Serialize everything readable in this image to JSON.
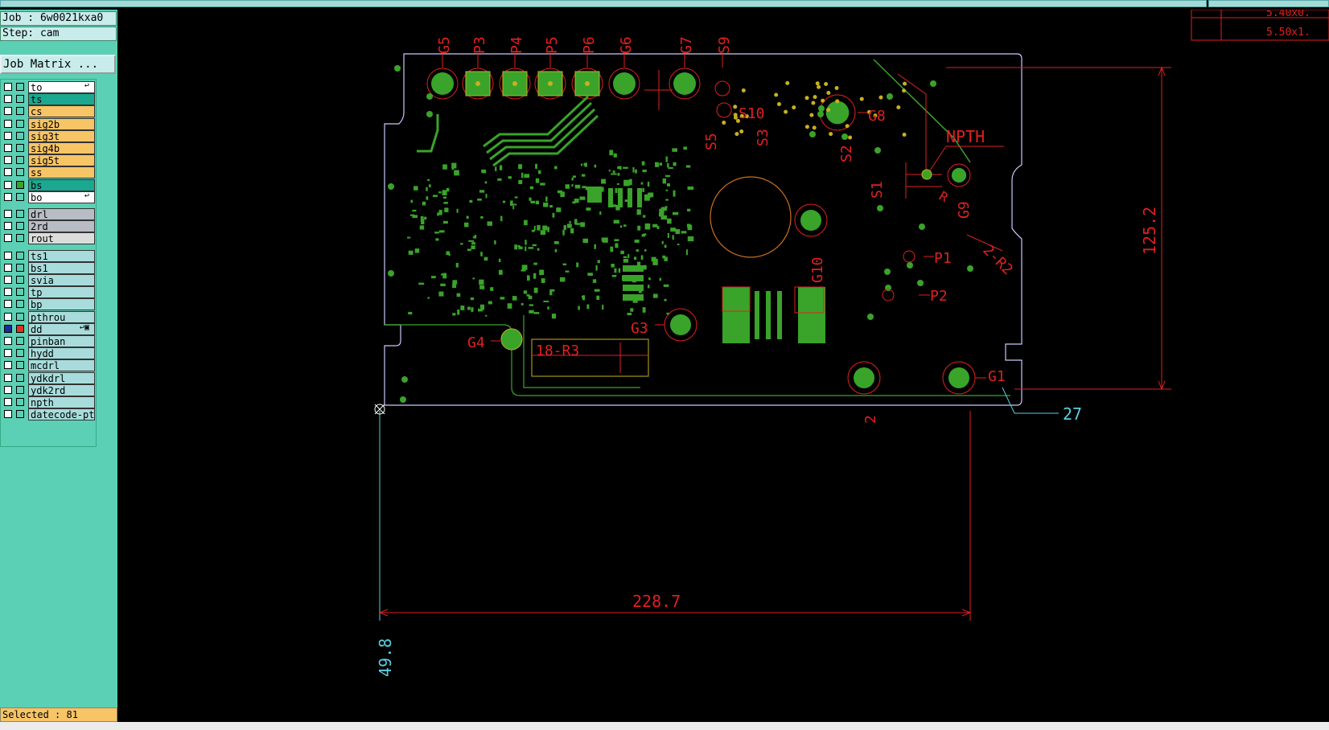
{
  "job": {
    "label": "Job : 6w0021kxa0",
    "step": "Step: cam"
  },
  "matrix_button": "Job Matrix ...",
  "layers": [
    {
      "name": "to",
      "color": "#ffffff",
      "mark": "↩"
    },
    {
      "name": "ts",
      "color": "#1aa890",
      "mark": ""
    },
    {
      "name": "cs",
      "color": "#f7c466",
      "mark": ""
    },
    {
      "name": "sig2b",
      "color": "#f7c466",
      "mark": ""
    },
    {
      "name": "sig3t",
      "color": "#f7c466",
      "mark": ""
    },
    {
      "name": "sig4b",
      "color": "#f7c466",
      "mark": ""
    },
    {
      "name": "sig5t",
      "color": "#f7c466",
      "mark": ""
    },
    {
      "name": "ss",
      "color": "#f7c466",
      "mark": ""
    },
    {
      "name": "bs",
      "color": "#1aa890",
      "mark": ""
    },
    {
      "name": "bo",
      "color": "#ffffff",
      "mark": "↩"
    },
    {
      "name": "drl",
      "color": "#b8bcc4",
      "mark": ""
    },
    {
      "name": "2rd",
      "color": "#b8bcc4",
      "mark": ""
    },
    {
      "name": "rout",
      "color": "#dcdcdc",
      "mark": ""
    },
    {
      "name": "ts1",
      "color": "#a8dcdc",
      "mark": ""
    },
    {
      "name": "bs1",
      "color": "#a8dcdc",
      "mark": ""
    },
    {
      "name": "svia",
      "color": "#a8dcdc",
      "mark": ""
    },
    {
      "name": "tp",
      "color": "#a8dcdc",
      "mark": ""
    },
    {
      "name": "bp",
      "color": "#a8dcdc",
      "mark": ""
    },
    {
      "name": "pthrou",
      "color": "#a8dcdc",
      "mark": ""
    },
    {
      "name": "dd",
      "color": "#a8dcdc",
      "mark": "↩▣"
    },
    {
      "name": "pinban",
      "color": "#a8dcdc",
      "mark": ""
    },
    {
      "name": "hydd",
      "color": "#a8dcdc",
      "mark": ""
    },
    {
      "name": "mcdrl",
      "color": "#a8dcdc",
      "mark": ""
    },
    {
      "name": "ydkdrl",
      "color": "#a8dcdc",
      "mark": ""
    },
    {
      "name": "ydk2rd",
      "color": "#a8dcdc",
      "mark": ""
    },
    {
      "name": "npth",
      "color": "#a8dcdc",
      "mark": ""
    },
    {
      "name": "datecode-pt",
      "color": "#a8dcdc",
      "mark": ""
    }
  ],
  "status": "Selected : 81",
  "corner_table": [
    "5.40x0.",
    "5.50x1."
  ],
  "dimensions": {
    "width": "228.7",
    "height": "125.2",
    "origin_offset": "49.8",
    "corner_offset": "27",
    "radius_note": "2-R2",
    "slot_note": "18-R3",
    "npth_note": "NPTH",
    "r_note": "R"
  },
  "labels": {
    "fiducials": [
      "G5",
      "P3",
      "P4",
      "P5",
      "P6",
      "G6",
      "G7",
      "S9",
      "S10",
      "G8",
      "S5",
      "S3",
      "S2",
      "S1",
      "G9",
      "G10",
      "P1",
      "P2",
      "G3",
      "G4",
      "G1",
      "2"
    ]
  },
  "colors": {
    "copper": "#3aa32a",
    "pad": "#c8b020",
    "annotation": "#e02020",
    "dimension_cyan": "#5ad0e0",
    "outline": "#c8c8ff"
  }
}
